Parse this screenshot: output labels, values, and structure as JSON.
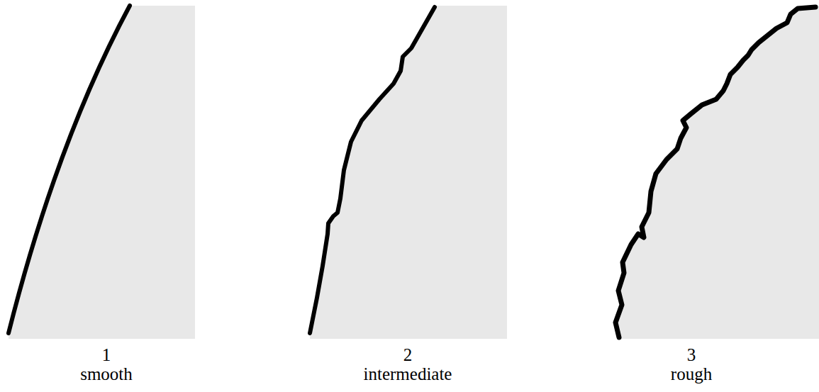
{
  "diagram": {
    "labels": [
      "1",
      "smooth",
      "2",
      "intermediate",
      "3",
      "rough"
    ]
  }
}
